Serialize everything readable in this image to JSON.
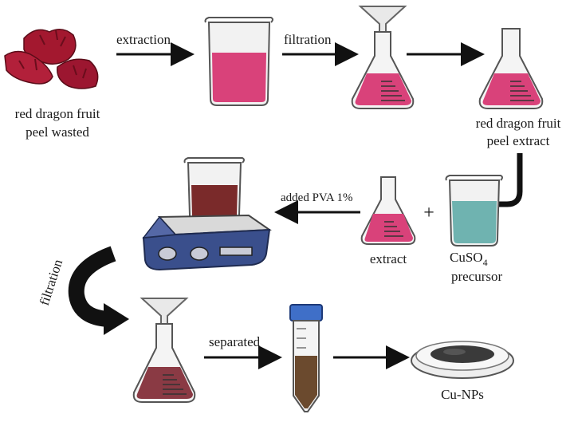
{
  "labels": {
    "extraction": "extraction",
    "filtration_top": "filtration",
    "peel_wasted_line1": "red dragon fruit",
    "peel_wasted_line2": "peel wasted",
    "peel_extract_line1": "red dragon fruit",
    "peel_extract_line2": "peel extract",
    "added_pva": "added PVA 1%",
    "plus": "+",
    "extract": "extract",
    "cuso4_main": "CuSO",
    "cuso4_sub": "4",
    "precursor": "precursor",
    "filtration_curved": "filtration",
    "separated": "separated",
    "cu_nps": "Cu-NPs"
  },
  "colors": {
    "extract_pink": "#d9427a",
    "dark_red_liquid": "#7a2a2a",
    "cuso4_teal": "#6fb3b0",
    "peel_red": "#a3182f",
    "hotplate_blue": "#3a4f8c",
    "powder_dark": "#3a3a3a",
    "tube_cap_blue": "#3f6fc8"
  }
}
